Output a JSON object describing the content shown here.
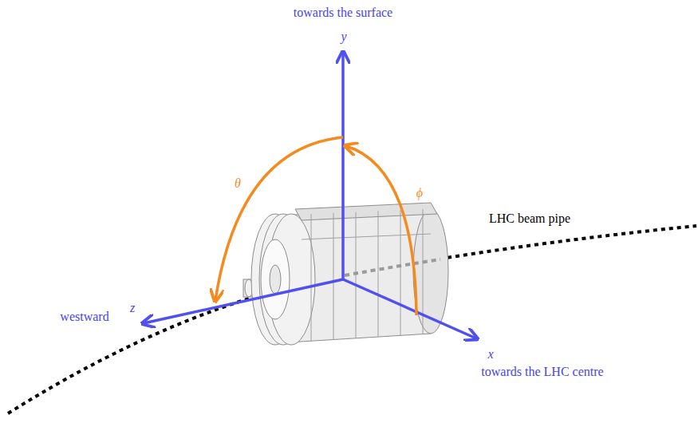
{
  "diagram": {
    "labels": [
      "towards the surface",
      "y",
      "θ",
      "ϕ",
      "LHC beam pipe",
      "westward",
      "z",
      "x",
      "towards the LHC centre"
    ]
  }
}
